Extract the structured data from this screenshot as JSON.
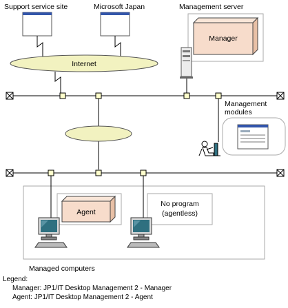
{
  "labels": {
    "support_site": "Support service site",
    "microsoft_japan": "Microsoft Japan",
    "management_server": "Management server",
    "manager": "Manager",
    "internet": "Internet",
    "management_modules_line1": "Management",
    "management_modules_line2": "modules",
    "agent": "Agent",
    "no_program_line1": "No program",
    "no_program_line2": "(agentless)",
    "managed_computers": "Managed computers"
  },
  "legend": {
    "title": "Legend:",
    "entries": [
      "Manager: JP1/IT Desktop Management 2 - Manager",
      "Agent: JP1/IT Desktop Management 2 - Agent"
    ]
  },
  "colors": {
    "ellipse_fill": "#f2f2c0",
    "box_fill": "#f7dccb",
    "window_titlebar": "#3355aa",
    "screen": "#2f7080"
  }
}
